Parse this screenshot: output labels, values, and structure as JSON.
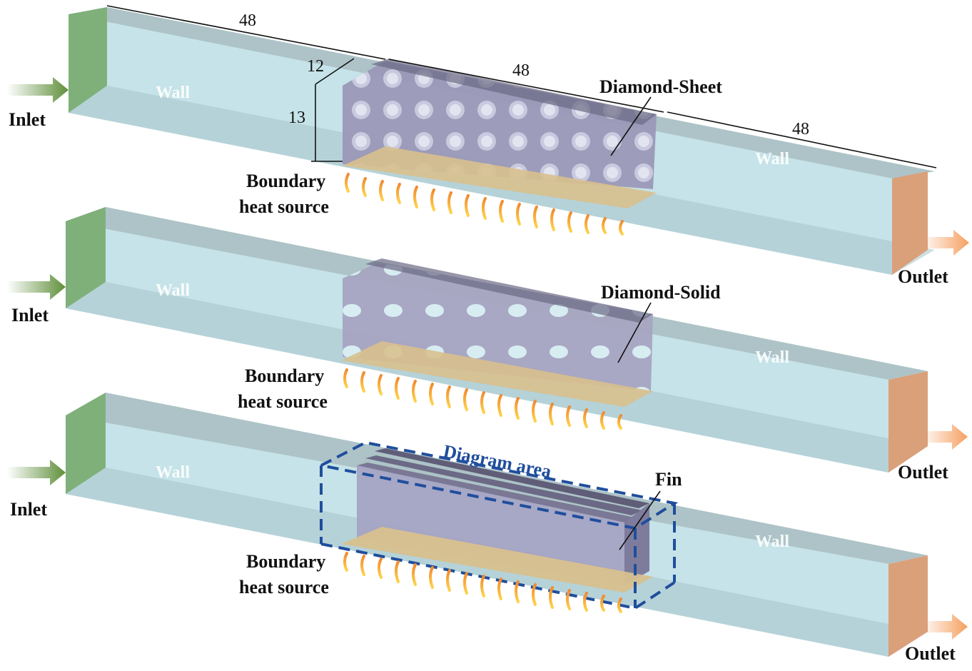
{
  "labels": {
    "inlet": "Inlet",
    "outlet": "Outlet",
    "wall": "Wall",
    "boundary_line1": "Boundary",
    "boundary_line2": "heat source",
    "diamond_sheet": "Diamond-Sheet",
    "diamond_solid": "Diamond-Solid",
    "fin": "Fin",
    "diagram_area": "Diagram area"
  },
  "dimensions": {
    "length_inlet": "48",
    "length_mid": "48",
    "length_outlet": "48",
    "width": "12",
    "height": "13"
  },
  "colors": {
    "channel_fill": "#bfe0e6",
    "channel_top": "#9fb8bd",
    "inlet_face": "#7fb07a",
    "outlet_face": "#d9a07a",
    "structure": "#8c8aa8",
    "structure_dark": "#5f5d78",
    "plate": "#d8c08e",
    "flame": "#f39a3a",
    "dashed_box": "#1f4e9c"
  }
}
